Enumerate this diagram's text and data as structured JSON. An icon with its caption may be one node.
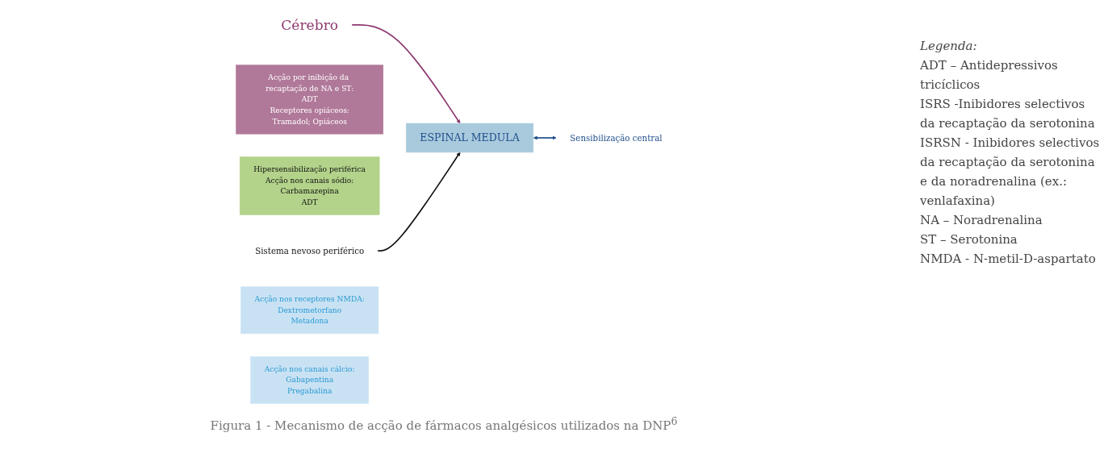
{
  "diagram": {
    "caption": "Figura 1 - Mecanismo de acção de fármacos analgésicos utilizados na DNP$^{6}$",
    "nodes": [
      {
        "text": [
          "Cérebro"
        ]
      },
      {
        "text": [
          "Acção por inibição da recaptação de NA e ST:",
          "ADT",
          "Receptores opiáceos:",
          "Tramadol; Opiáceos"
        ]
      },
      {
        "text": [
          "Hipersensibilização periférica",
          "Acção nos canais sódio:",
          "Carbamazepina",
          "ADT"
        ]
      },
      {
        "text": [
          "Sistema nevoso periférico"
        ]
      },
      {
        "text": [
          "ESPINAL MEDULA"
        ]
      },
      {
        "text": [
          "Sensibilização central"
        ]
      },
      {
        "text": [
          "Acção nos receptores NMDA:",
          "Dextrometorfano",
          "Metadona"
        ]
      },
      {
        "text": [
          "Acção nos canais cálcio:",
          "Gabapentina",
          "Pregabalina"
        ]
      }
    ],
    "edges": [
      {
        "from": 0,
        "to": 4,
        "arrow": "to",
        "color": "#8e3a70"
      },
      {
        "from": 3,
        "to": 4,
        "arrow": "to",
        "color": "#111111"
      },
      {
        "from": 4,
        "to": 5,
        "arrow": "both",
        "color": "#1f4e8c"
      }
    ],
    "labels": [
      "Legenda:",
      "ADT – Antidepressivos tricíclicos",
      "ISRS -Inibidores selectivos da recaptação da serotonina",
      "ISRSN - Inibidores selectivos da recaptação da serotonina e da noradrenalina (ex.: venlafaxina)",
      "NA – Noradrenalina",
      "ST – Serotonina",
      "NMDA - N-metil-D-aspartato"
    ]
  }
}
